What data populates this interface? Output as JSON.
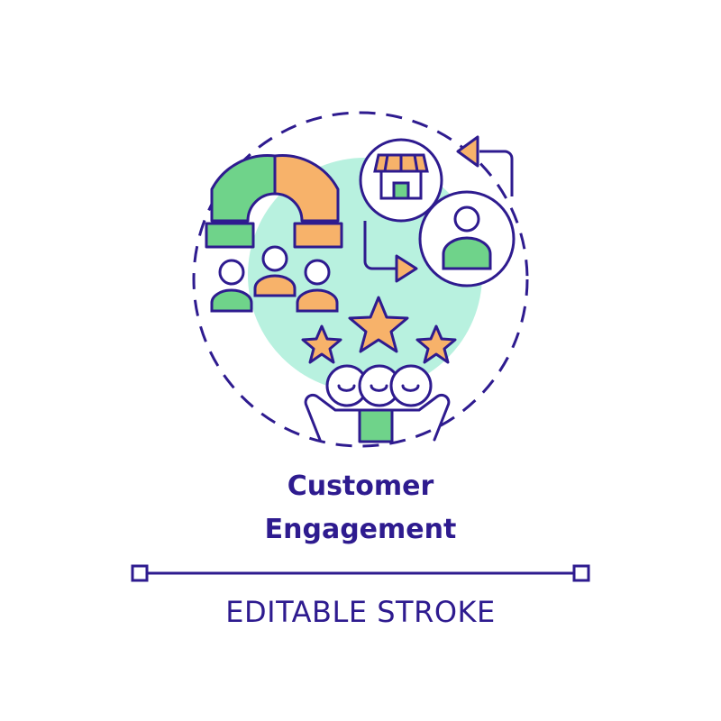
{
  "title": {
    "line1": "Customer",
    "line2": "Engagement"
  },
  "caption": "EDITABLE STROKE",
  "icons": [
    "magnet-icon",
    "store-icon",
    "user-icon",
    "group-icon",
    "star-icon",
    "happy-people-icon",
    "cycle-arrow-icon"
  ],
  "colors": {
    "outline": "#2e1b8f",
    "green": "#6fd38a",
    "orange": "#f7b26a",
    "mint": "#b8f1df"
  }
}
